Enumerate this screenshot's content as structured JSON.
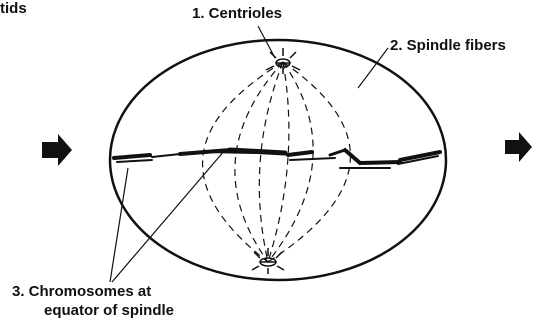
{
  "labels": {
    "partial_word": "tids",
    "centrioles": "1. Centrioles",
    "spindle_fibers": "2. Spindle fibers",
    "chromosomes_line1": "3. Chromosomes at",
    "chromosomes_line2": "equator of spindle"
  },
  "colors": {
    "ink": "#111111",
    "background": "#ffffff"
  },
  "icons": [
    "arrow-right-icon",
    "arrow-right-icon"
  ]
}
